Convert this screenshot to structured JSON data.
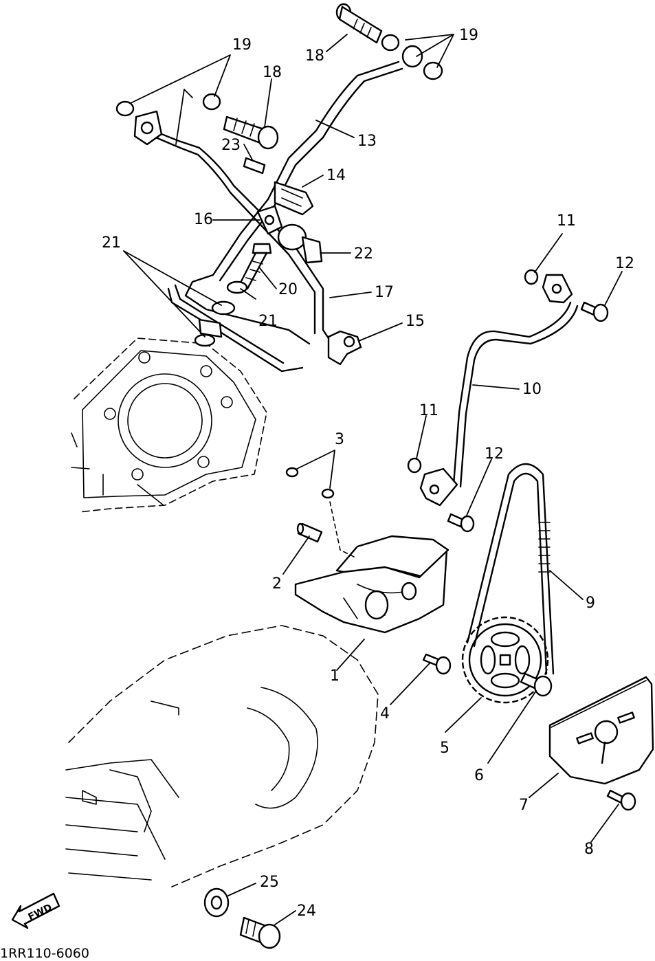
{
  "diagram": {
    "code": "1RR110-6060",
    "fwd_arrow": "FWD",
    "callouts": [
      "19",
      "18",
      "19",
      "18",
      "13",
      "23",
      "14",
      "16",
      "22",
      "21",
      "20",
      "17",
      "21",
      "15",
      "11",
      "12",
      "10",
      "11",
      "3",
      "12",
      "2",
      "9",
      "1",
      "4",
      "5",
      "6",
      "7",
      "8",
      "25",
      "24"
    ]
  }
}
